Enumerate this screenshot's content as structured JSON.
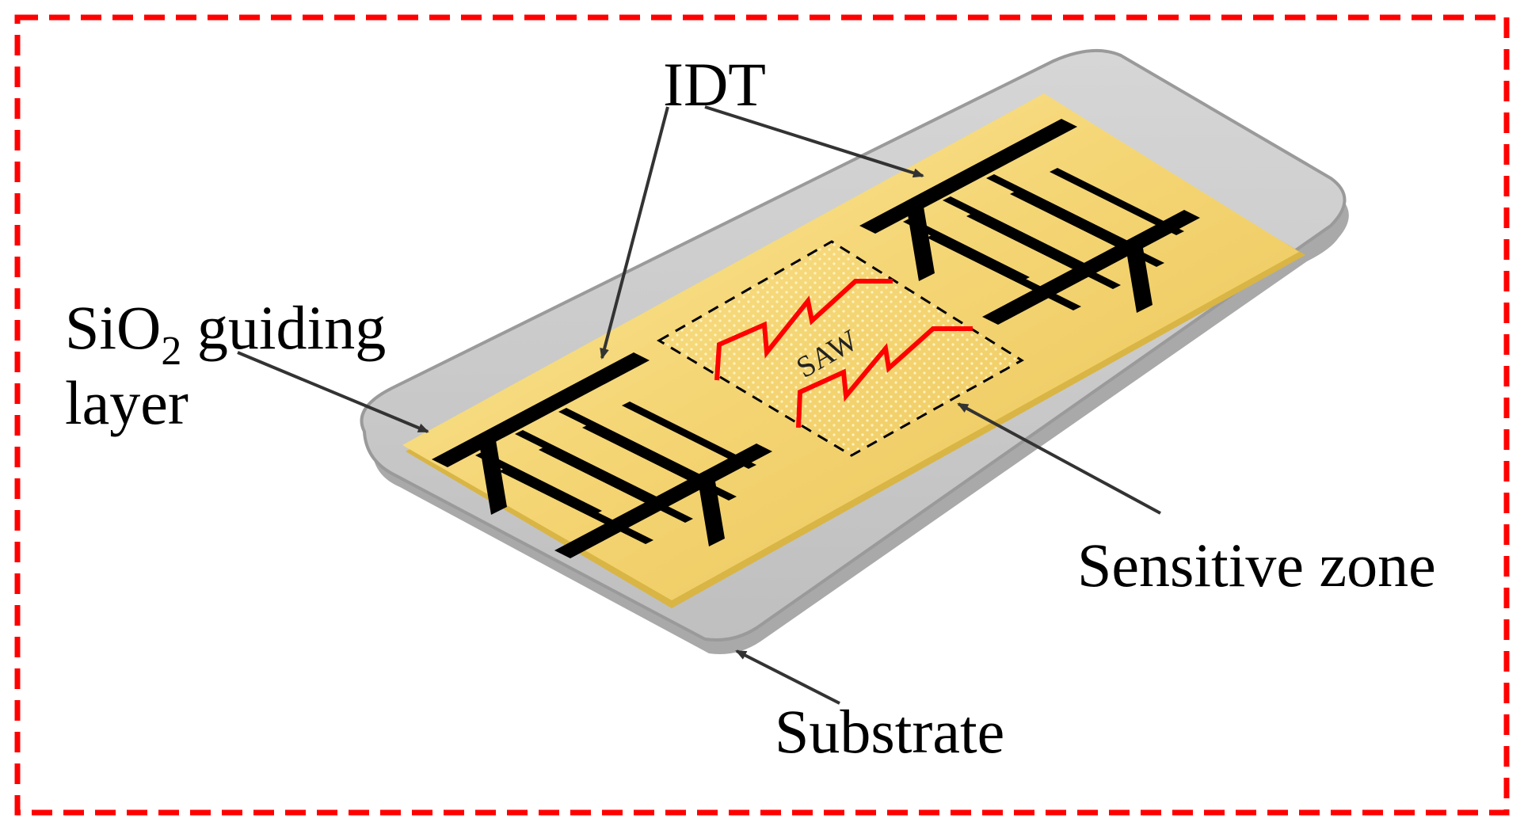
{
  "labels": {
    "idt": "IDT",
    "sio2_si": "SiO",
    "sio2_sub": "2",
    "sio2_rest": " guiding",
    "layer": "layer",
    "sensitive_zone": "Sensitive zone",
    "substrate": "Substrate",
    "saw": "SAW"
  },
  "colors": {
    "frame": "#ff0000",
    "substrate": "#c8c8c8",
    "guiding_layer": "#f2d36b",
    "electrode": "#000000",
    "wave": "#ff0000"
  }
}
